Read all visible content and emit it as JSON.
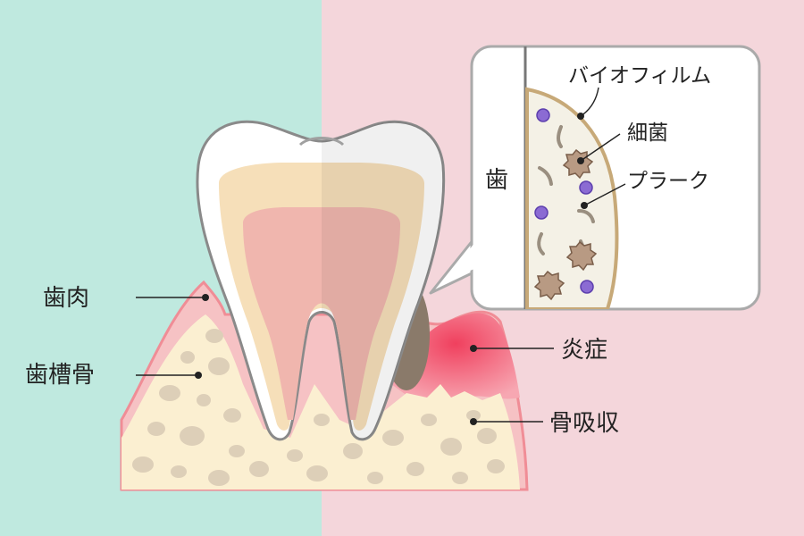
{
  "colors": {
    "bg_left": "#bfe9df",
    "bg_right": "#f4d6db",
    "gum": "#f6c2c4",
    "gum_edge": "#f08d96",
    "inflamed": "#f25a73",
    "bone": "#fbefd1",
    "bone_spot": "#ddcfb8",
    "enamel": "#ffffff",
    "dentin": "#f6dfb9",
    "pulp": "#f0b6ae",
    "tartar": "#8a7a6a",
    "film": "#c7a978",
    "bacteria_purple": "#8b6bd3",
    "bacteria_brown": "#9a7b62"
  },
  "labels": {
    "gum": "歯肉",
    "alveolar_bone": "歯槽骨",
    "inflammation": "炎症",
    "bone_resorption": "骨吸収"
  },
  "inset": {
    "tooth": "歯",
    "biofilm": "バイオフィルム",
    "bacteria": "細菌",
    "plaque": "プラーク"
  }
}
